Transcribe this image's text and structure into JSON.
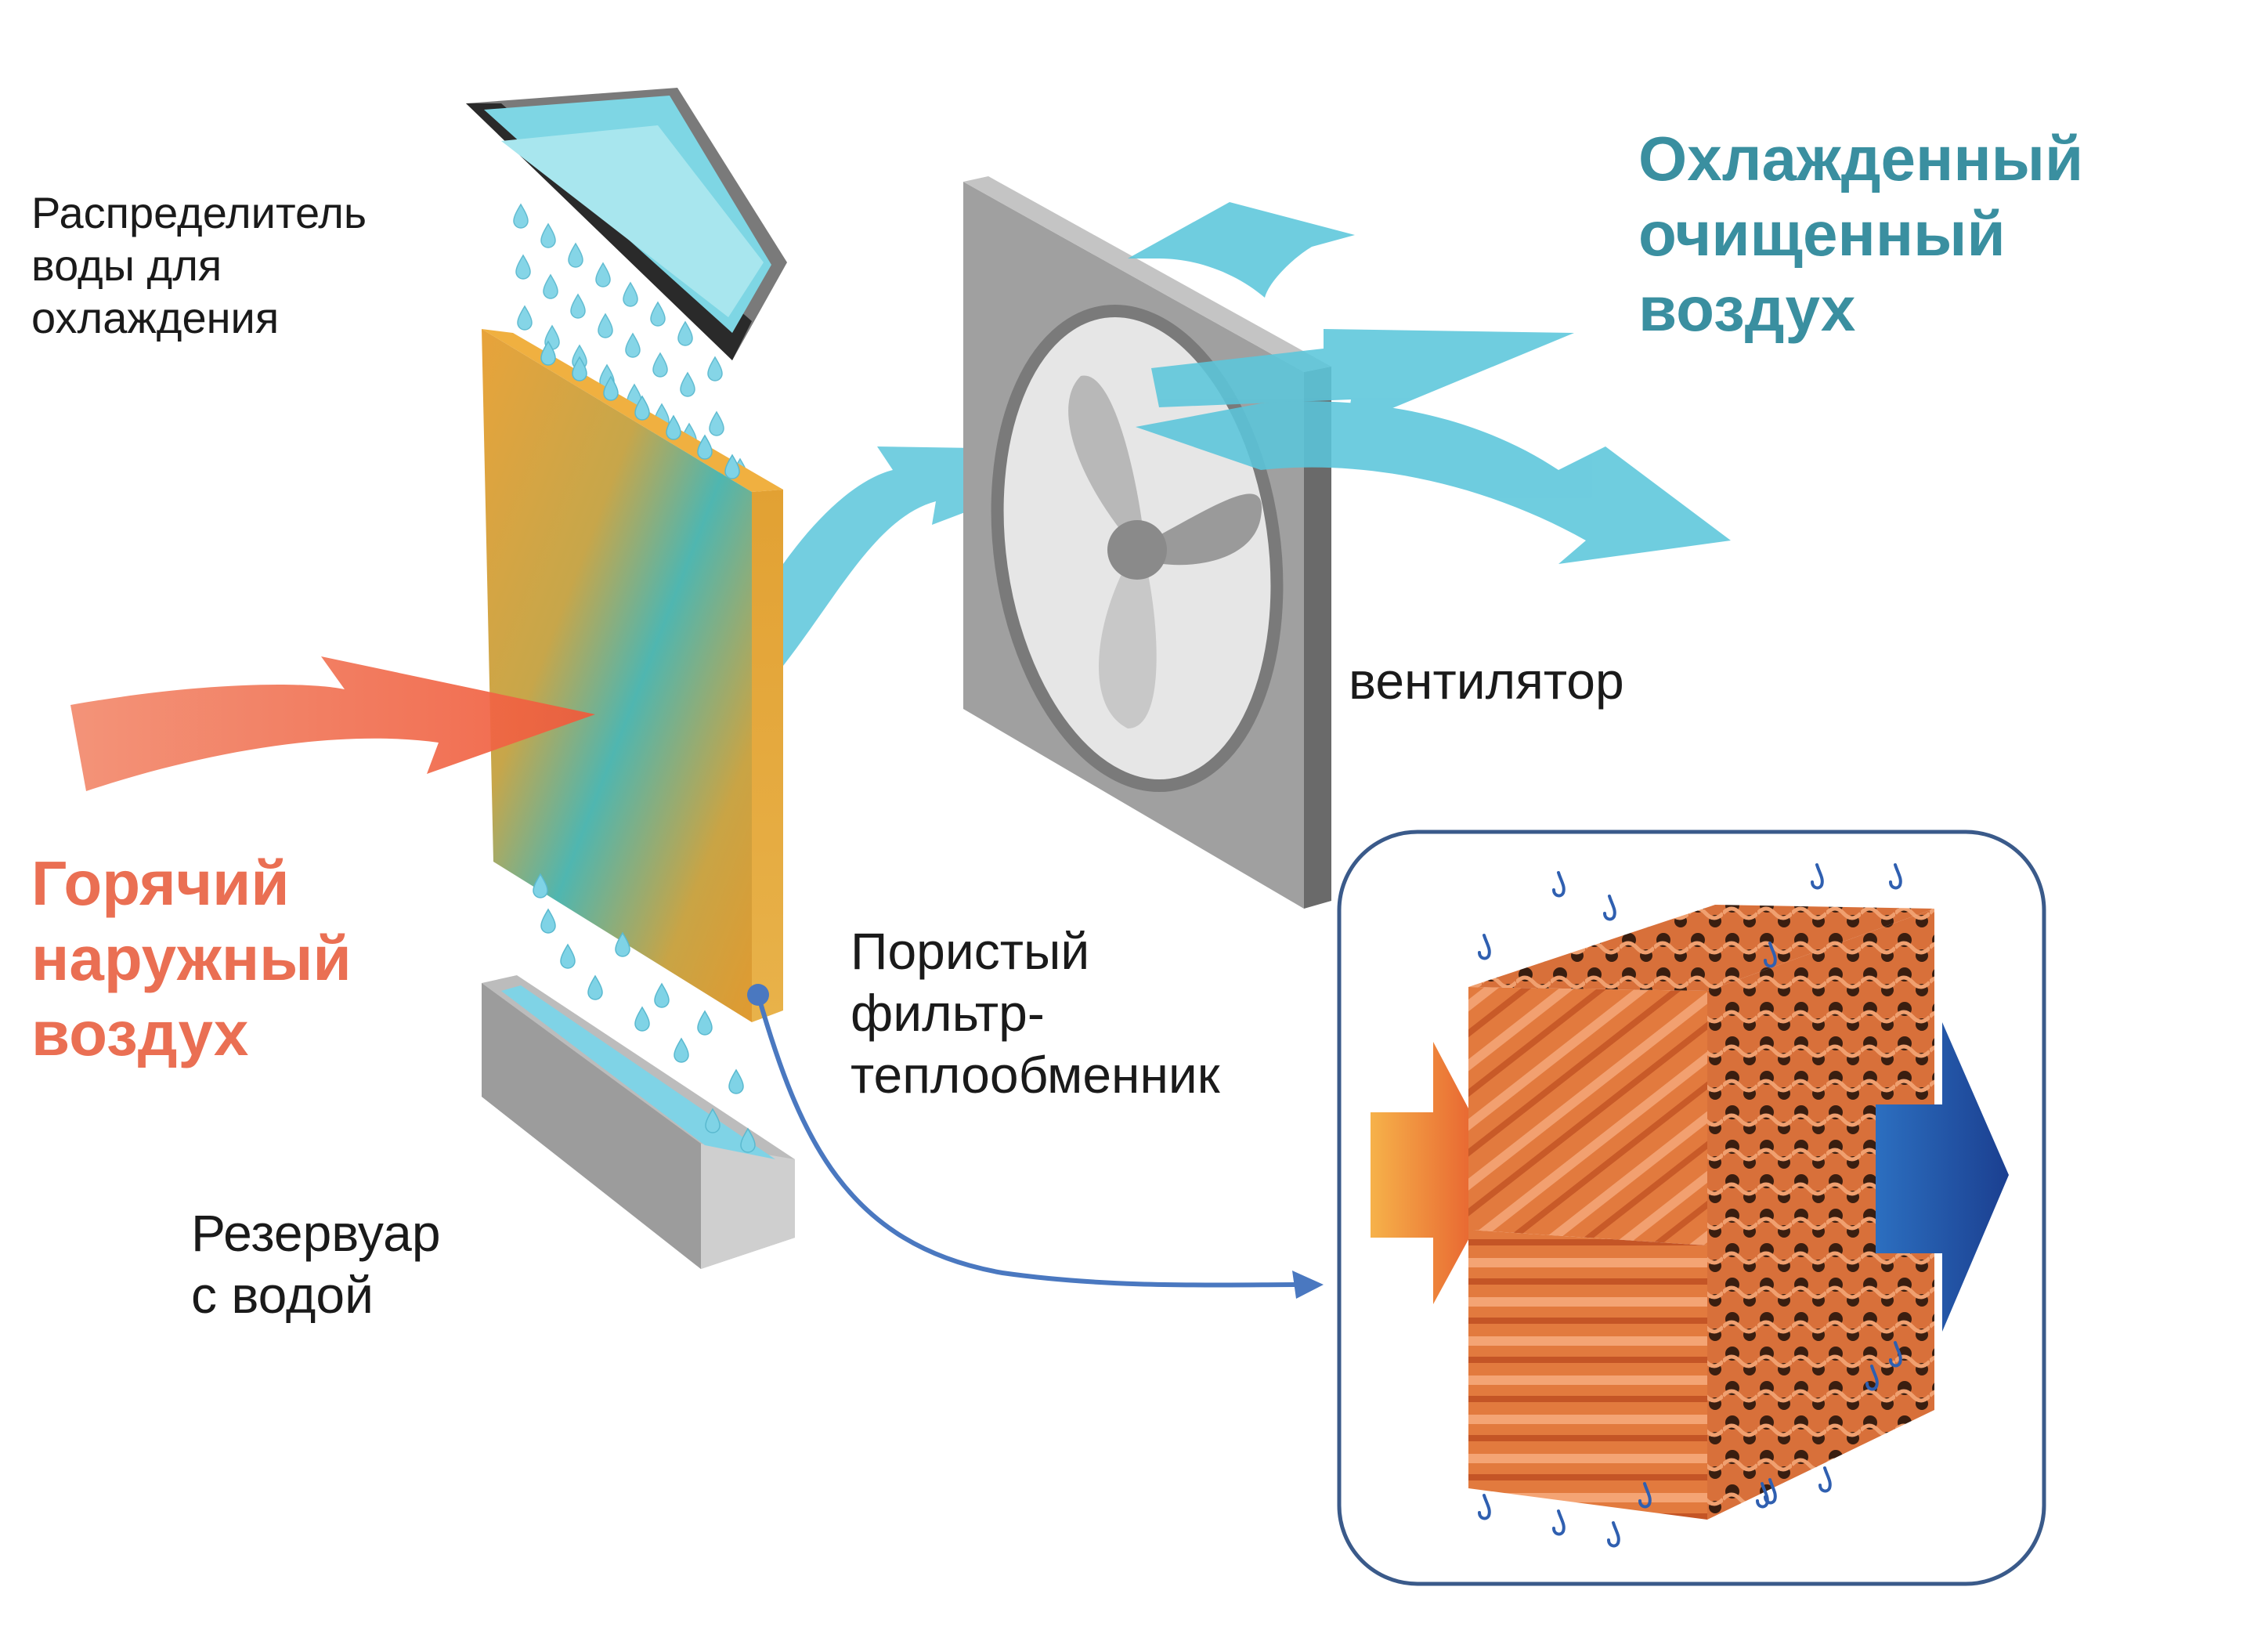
{
  "labels": {
    "distributor": "Распределитель\nводы для\nохлаждения",
    "reservoir": "Резервуар\nс водой",
    "fan": "вентилятор",
    "filter": "Пористый\nфильтр-\nтеплообменник",
    "hot_air": "Горячий\nнаружный\nвоздух",
    "cooled_air": "Охлажденный\nочищенный\nвоздух"
  },
  "colors": {
    "hot": "#ea6f53",
    "cool": "#3a8fa0",
    "air_blue": "#5bc6db",
    "pad_orange": "#e7a13a",
    "pad_teal": "#4fb6b0",
    "frame_gray": "#9a9a9a",
    "link_blue": "#4a78c0",
    "inset_orange": "#e0763a",
    "inset_blue": "#1f4fa8"
  },
  "icons": [
    "water-drop-icon",
    "fan-icon",
    "arrow-icon"
  ]
}
